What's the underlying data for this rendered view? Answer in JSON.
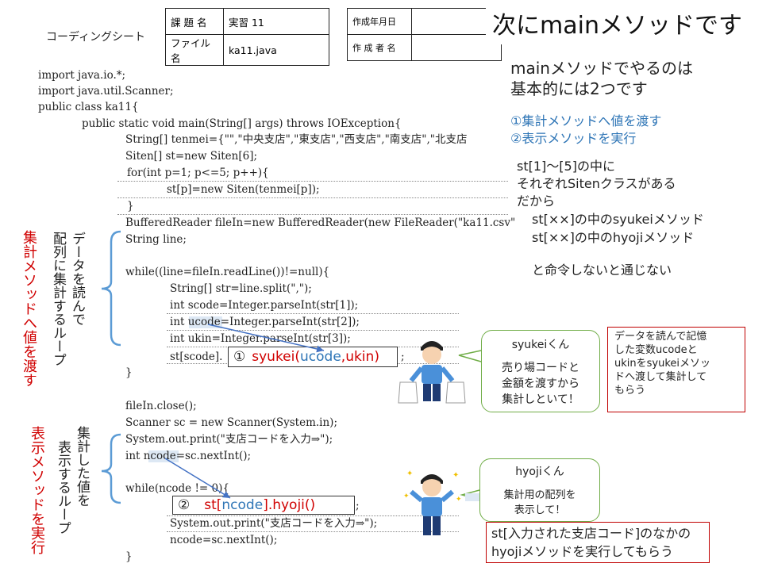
{
  "header": {
    "sheet_title": "コーディングシート",
    "subject_label": "課 題 名",
    "subject_value": "実習 11",
    "file_label": "ファイル名",
    "file_value": "ka11.java",
    "date_label": "作成年月日",
    "date_value": "",
    "author_label": "作 成 者 名",
    "author_value": ""
  },
  "slide_title": "次にmainメソッドです",
  "code": {
    "l1": "import java.io.*;",
    "l2": "import java.util.Scanner;",
    "l3": "public class ka11{",
    "l4": "public static void main(String[] args) throws IOException{",
    "l5": "String[] tenmei={\"\",\"中央支店\",\"東支店\",\"西支店\",\"南支店\",\"北支店",
    "l6": "Siten[] st=new Siten[6];",
    "l7": "for(int p=1; p<=5; p++){",
    "l8": "st[p]=new Siten(tenmei[p]);",
    "l9": "}",
    "l10": "BufferedReader fileIn=new BufferedReader(new FileReader(\"ka11.csv\"",
    "l11": "String line;",
    "l12": "while((line=fileIn.readLine())!=null){",
    "l13": "String[] str=line.split(\",\");",
    "l14": "int scode=Integer.parseInt(str[1]);",
    "l15": "int ucode=Integer.parseInt(str[2]);",
    "l16": "int ukin=Integer.parseInt(str[3]);",
    "l17": "st[scode].",
    "l17_end": ";",
    "l18": "}",
    "l19": "fileIn.close();",
    "l20": "Scanner sc = new Scanner(System.in);",
    "l21": "System.out.print(\"支店コードを入力⇒\");",
    "l22": "int ncode=sc.nextInt();",
    "l23": "while(ncode != 0){",
    "l24_end": ";",
    "l25": "System.out.print(\"支店コードを入力⇒\");",
    "l26": "ncode=sc.nextInt();",
    "l27": "}"
  },
  "box1": {
    "num": "①",
    "call_pre": "syukei(",
    "call_arg1": "ucode",
    "call_sep": ",",
    "call_arg2": "ukin",
    "call_post": ")"
  },
  "box2": {
    "num": "②",
    "call_pre": "st[",
    "call_arg": "ncode",
    "call_post": "].hyoji()"
  },
  "left_labels": {
    "syukei_red": "集計メソッドへ値を渡す",
    "syukei_col1": "データを読んで",
    "syukei_col2": "配列に集計するループ",
    "hyoji_red": "表示メソッドを実行",
    "hyoji_col1": "集計した値を",
    "hyoji_col2": "表示するループ"
  },
  "notes": {
    "main_line1": "mainメソッドでやるのは",
    "main_line2": "基本的には2つです",
    "step1": "①集計メソッドへ値を渡す",
    "step2": "②表示メソッドを実行",
    "st_line1": "st[1]～[5]の中に",
    "st_line2": "それぞれSitenクラスがある",
    "st_line3": "だから",
    "st_line4": "st[××]の中のsyukeiメソッド",
    "st_line5": "st[××]の中のhyojiメソッド",
    "st_line6": "と命令しないと通じない"
  },
  "bubble1": {
    "name": "syukeiくん",
    "line1": "売り場コードと",
    "line2": "金額を渡すから",
    "line3": "集計しといて！"
  },
  "redbox1": {
    "line1": "データを読んで記憶",
    "line2": "した変数ucodeと",
    "line3": "ukinをsyukeiメソッ",
    "line4": "ドへ渡して集計して",
    "line5": "もらう"
  },
  "bubble2": {
    "name": "hyojiくん",
    "line1": "集計用の配列を",
    "line2": "表示して！"
  },
  "redbox2": {
    "line1": "st[入力された支店コード]のなかの",
    "line2": "hyojiメソッドを実行してもらう"
  },
  "colors": {
    "accent_blue": "#2e75b6",
    "red": "#d00000",
    "bubble_border": "#70ad47",
    "box_border": "#c00000"
  }
}
